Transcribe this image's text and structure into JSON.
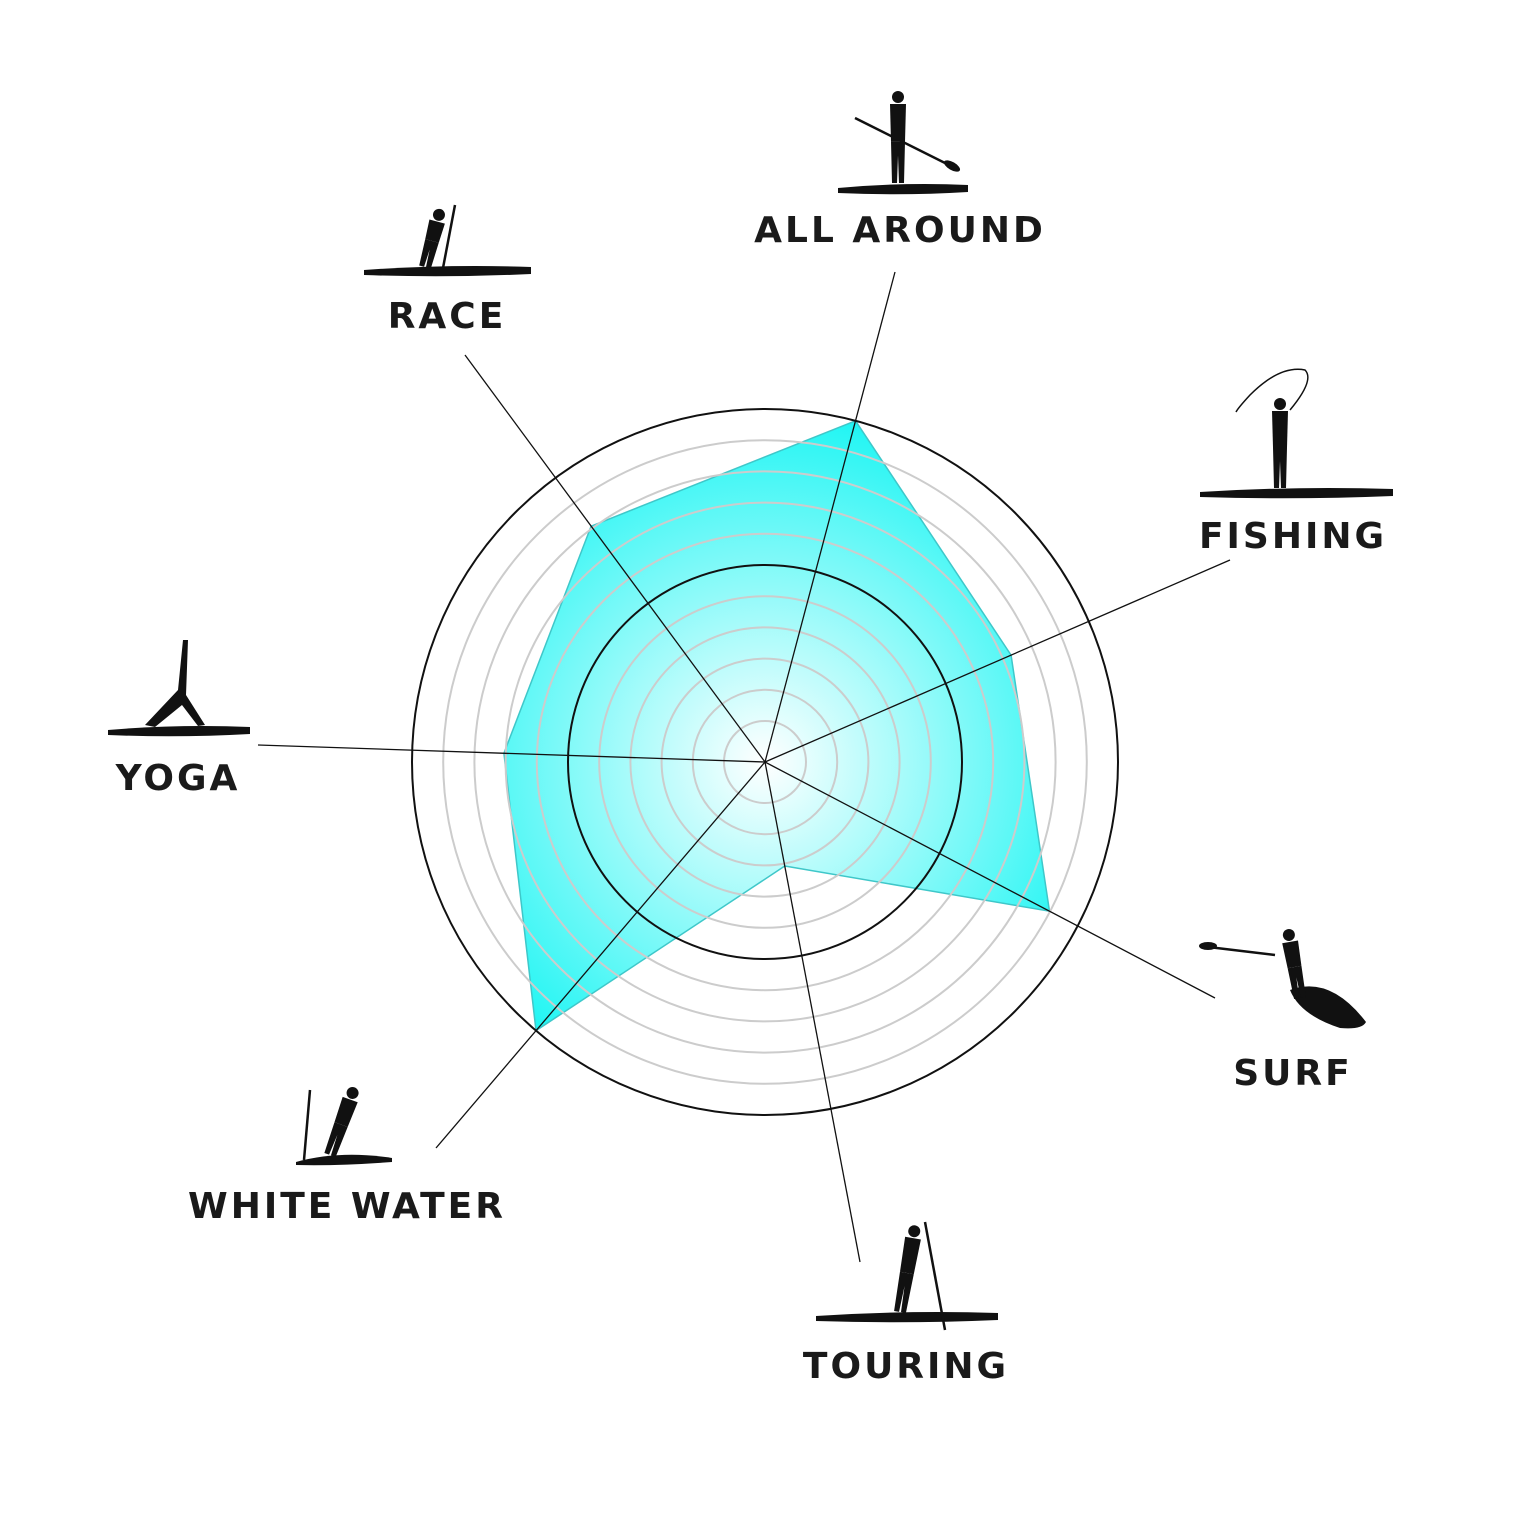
{
  "chart_data": {
    "type": "radar",
    "title": "",
    "categories": [
      "ALL AROUND",
      "FISHING",
      "SURF",
      "TOURING",
      "WHITE WATER",
      "YOGA",
      "RACE"
    ],
    "values": [
      10,
      7.6,
      9.1,
      3,
      10,
      7.4,
      8.3
    ],
    "range": [
      0,
      10
    ],
    "rings": 11,
    "grid": true,
    "colors": {
      "fill_center": "#ffffff",
      "fill_edge": "#1ff5f3",
      "stroke": "#3fc7c9",
      "axis": "#111111",
      "ring": "#cccccc"
    }
  }
}
